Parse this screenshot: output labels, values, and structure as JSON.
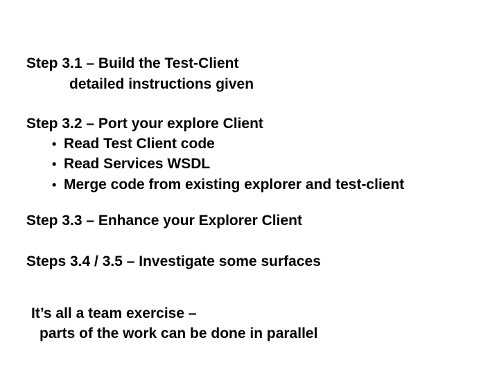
{
  "theme": {
    "background_color": "#ffffff",
    "text_color": "#000000"
  },
  "slide": {
    "bullet_char": "•",
    "step_3_1": {
      "title": "Step 3.1 – Build the Test-Client",
      "subline": "detailed instructions given"
    },
    "step_3_2": {
      "title": "Step 3.2 – Port your explore Client",
      "bullets": [
        "Read Test Client code",
        "Read Services WSDL",
        "Merge code from existing explorer and test-client"
      ]
    },
    "step_3_3": {
      "title": "Step 3.3 – Enhance your Explorer Client"
    },
    "steps_3_4_3_5": {
      "title": "Steps 3.4 / 3.5 – Investigate some surfaces"
    },
    "footer": {
      "line1": "It’s all a team exercise –",
      "line2": "parts of the work can be done in parallel"
    }
  }
}
